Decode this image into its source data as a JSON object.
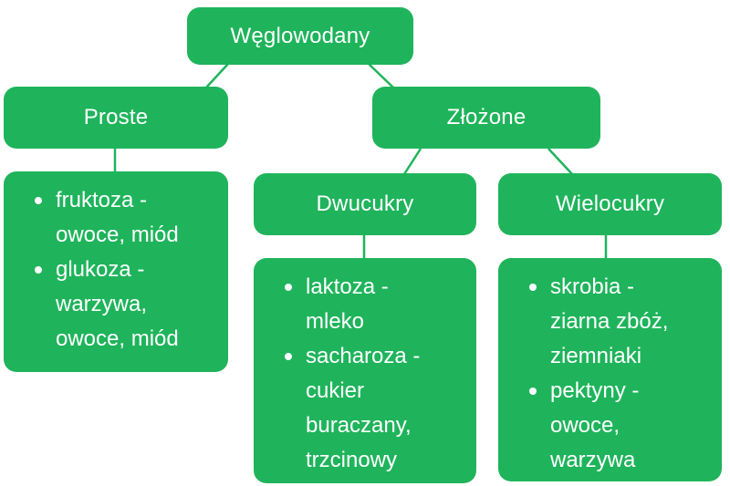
{
  "colors": {
    "node_fill": "#1fb45b",
    "node_text": "#ffffff",
    "connector": "#1fb45b",
    "background": "#ffffff"
  },
  "diagram": {
    "root": {
      "label": "Węglowodany"
    },
    "level1": [
      {
        "label": "Proste"
      },
      {
        "label": "Złożone"
      }
    ],
    "level2": [
      {
        "label": "Dwucukry"
      },
      {
        "label": "Wielocukry"
      }
    ],
    "lists": {
      "proste": {
        "items": [
          "fruktoza -\nowoce, miód",
          "glukoza -\nwarzywa,\nowoce, miód"
        ]
      },
      "dwucukry": {
        "items": [
          "laktoza -\nmleko",
          "sacharoza -\ncukier\nburaczany,\ntrzcinowy"
        ]
      },
      "wielocukry": {
        "items": [
          "skrobia -\nziarna zbóż,\nziemniaki",
          "pektyny -\nowoce,\nwarzywa"
        ]
      }
    }
  }
}
